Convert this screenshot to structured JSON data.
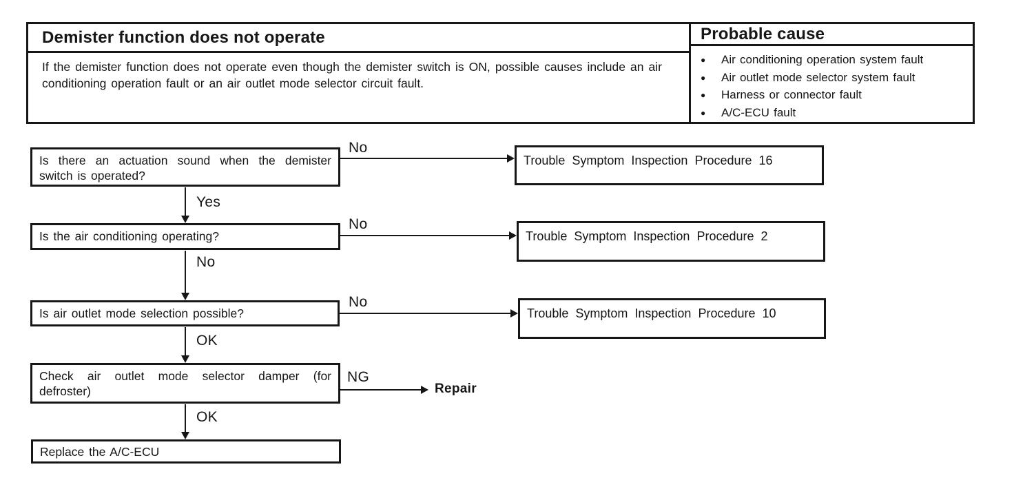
{
  "page": {
    "paper_color": "#ffffff",
    "ink_color": "#161616"
  },
  "icons": {
    "bullet": "●"
  },
  "header": {
    "title": "Demister function does not operate",
    "description": "If the demister function does not operate even though the demister switch is ON, possible causes include an air conditioning operation fault or an air outlet mode selector circuit fault.",
    "probable_cause_title": "Probable cause",
    "probable_causes": [
      "Air conditioning operation system fault",
      "Air outlet mode selector system fault",
      "Harness or connector fault",
      "A/C-ECU fault"
    ]
  },
  "flowchart": {
    "steps": [
      {
        "question": "Is there an actuation sound when the demister switch is operated?",
        "branch_label": "No",
        "branch_target": "Trouble Symptom Inspection Procedure 16",
        "down_label": "Yes"
      },
      {
        "question": "Is the air conditioning operating?",
        "branch_label": "No",
        "branch_target": "Trouble Symptom Inspection Procedure 2",
        "down_label": "No"
      },
      {
        "question": "Is air outlet mode selection possible?",
        "branch_label": "No",
        "branch_target": "Trouble Symptom Inspection Procedure 10",
        "down_label": "OK"
      },
      {
        "question": "Check air outlet mode selector damper (for defroster)",
        "branch_label": "NG",
        "branch_target": "Repair",
        "down_label": "OK"
      },
      {
        "question": "Replace the A/C-ECU"
      }
    ]
  }
}
